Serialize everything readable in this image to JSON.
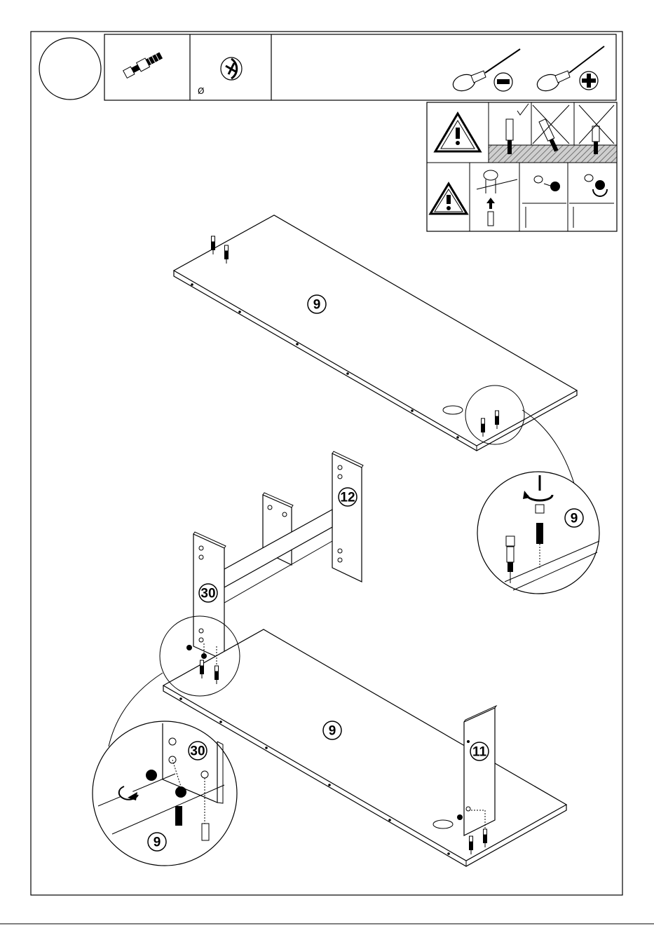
{
  "parts_header": {
    "step_number": "",
    "fitting_1": {
      "icon": "cam-bolt-icon",
      "quantity": ""
    },
    "fitting_2": {
      "icon": "cam-lock-nut-icon",
      "diameter_symbol": "Ø",
      "diameter_value": ""
    },
    "tools": [
      {
        "icon": "flathead-screwdriver-icon",
        "tip": "minus"
      },
      {
        "icon": "phillips-screwdriver-icon",
        "tip": "plus"
      }
    ]
  },
  "warnings": {
    "row_1": {
      "icon": "warning-triangle-icon",
      "panels": [
        "bolt-straight-correct",
        "bolt-angled-wrong",
        "bolt-too-deep-wrong"
      ]
    },
    "row_2": {
      "icon": "warning-triangle-icon",
      "panels": [
        "insert-bolt-into-hole",
        "insert-cam-nut",
        "turn-cam-nut"
      ]
    }
  },
  "panel_labels": {
    "top_panel": "9",
    "detail_1_panel": "9",
    "side_12": "12",
    "side_30": "30",
    "bottom_panel": "9",
    "side_11": "11",
    "detail_2_side": "30",
    "detail_2_panel": "9"
  }
}
